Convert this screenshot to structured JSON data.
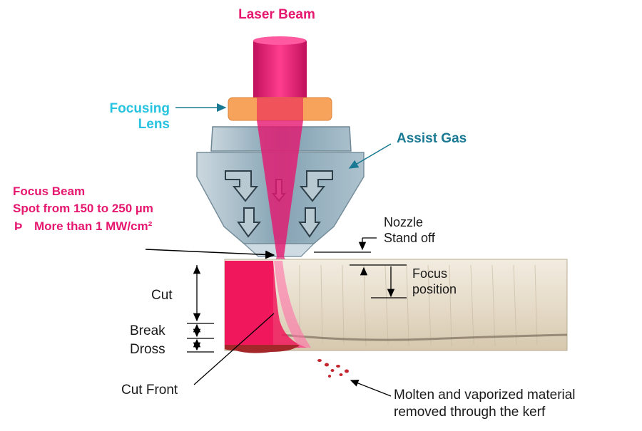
{
  "labels": {
    "laser_beam": "Laser Beam",
    "focusing_lens_1": "Focusing",
    "focusing_lens_2": "Lens",
    "assist_gas": "Assist Gas",
    "focus_beam_1": "Focus Beam",
    "focus_beam_2": "Spot from 150 to 250 µm",
    "focus_beam_3_symbol": "Þ",
    "focus_beam_3_text": "More than 1 MW/cm²",
    "nozzle_1": "Nozzle",
    "nozzle_2": "Stand off",
    "focus_position_1": "Focus",
    "focus_position_2": "position",
    "cut": "Cut",
    "break": "Break",
    "dross": "Dross",
    "cut_front": "Cut Front",
    "molten_1": "Molten and vaporized material",
    "molten_2": "removed through the kerf"
  },
  "colors": {
    "laser": "#e5176f",
    "laser_label": "#e5176f",
    "lens": "#f7a35c",
    "lens_label": "#27c3e0",
    "assist_gas_label": "#1a7a94",
    "nozzle": "#9fb8c6",
    "workpiece": "#e8dfcf",
    "cut_region": "#f0175c",
    "dross": "#a4282a"
  }
}
